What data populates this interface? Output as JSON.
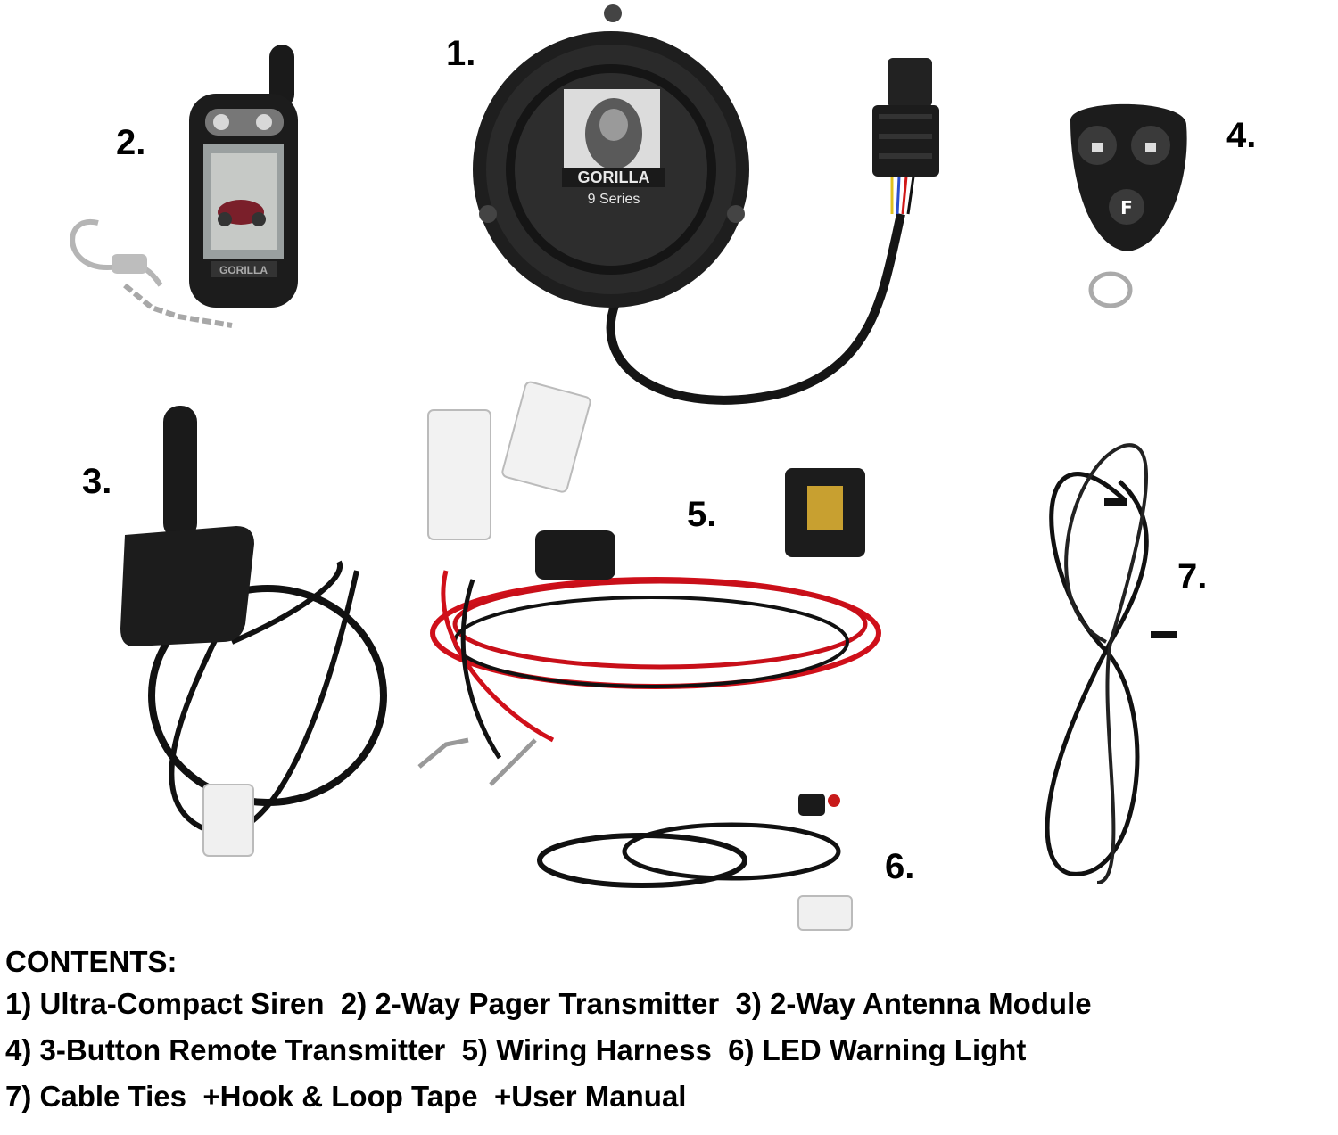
{
  "labels": {
    "n1": "1.",
    "n2": "2.",
    "n3": "3.",
    "n4": "4.",
    "n5": "5.",
    "n6": "6.",
    "n7": "7."
  },
  "siren": {
    "brand": "GORILLA",
    "series": "9 Series"
  },
  "pager": {
    "brand": "GORILLA"
  },
  "remote": {
    "f_button": "F"
  },
  "contents": {
    "heading": "CONTENTS:",
    "lines": [
      "1) Ultra-Compact Siren  2) 2-Way Pager Transmitter  3) 2-Way Antenna Module",
      "4) 3-Button Remote Transmitter  5) Wiring Harness  6) LED Warning Light",
      "7) Cable Ties  +Hook & Loop Tape  +User Manual"
    ]
  },
  "colors": {
    "background": "#ffffff",
    "device_body": "#1c1c1c",
    "wire_red": "#d0101a",
    "wire_black": "#101010",
    "connector_white": "#f2f2f2"
  }
}
